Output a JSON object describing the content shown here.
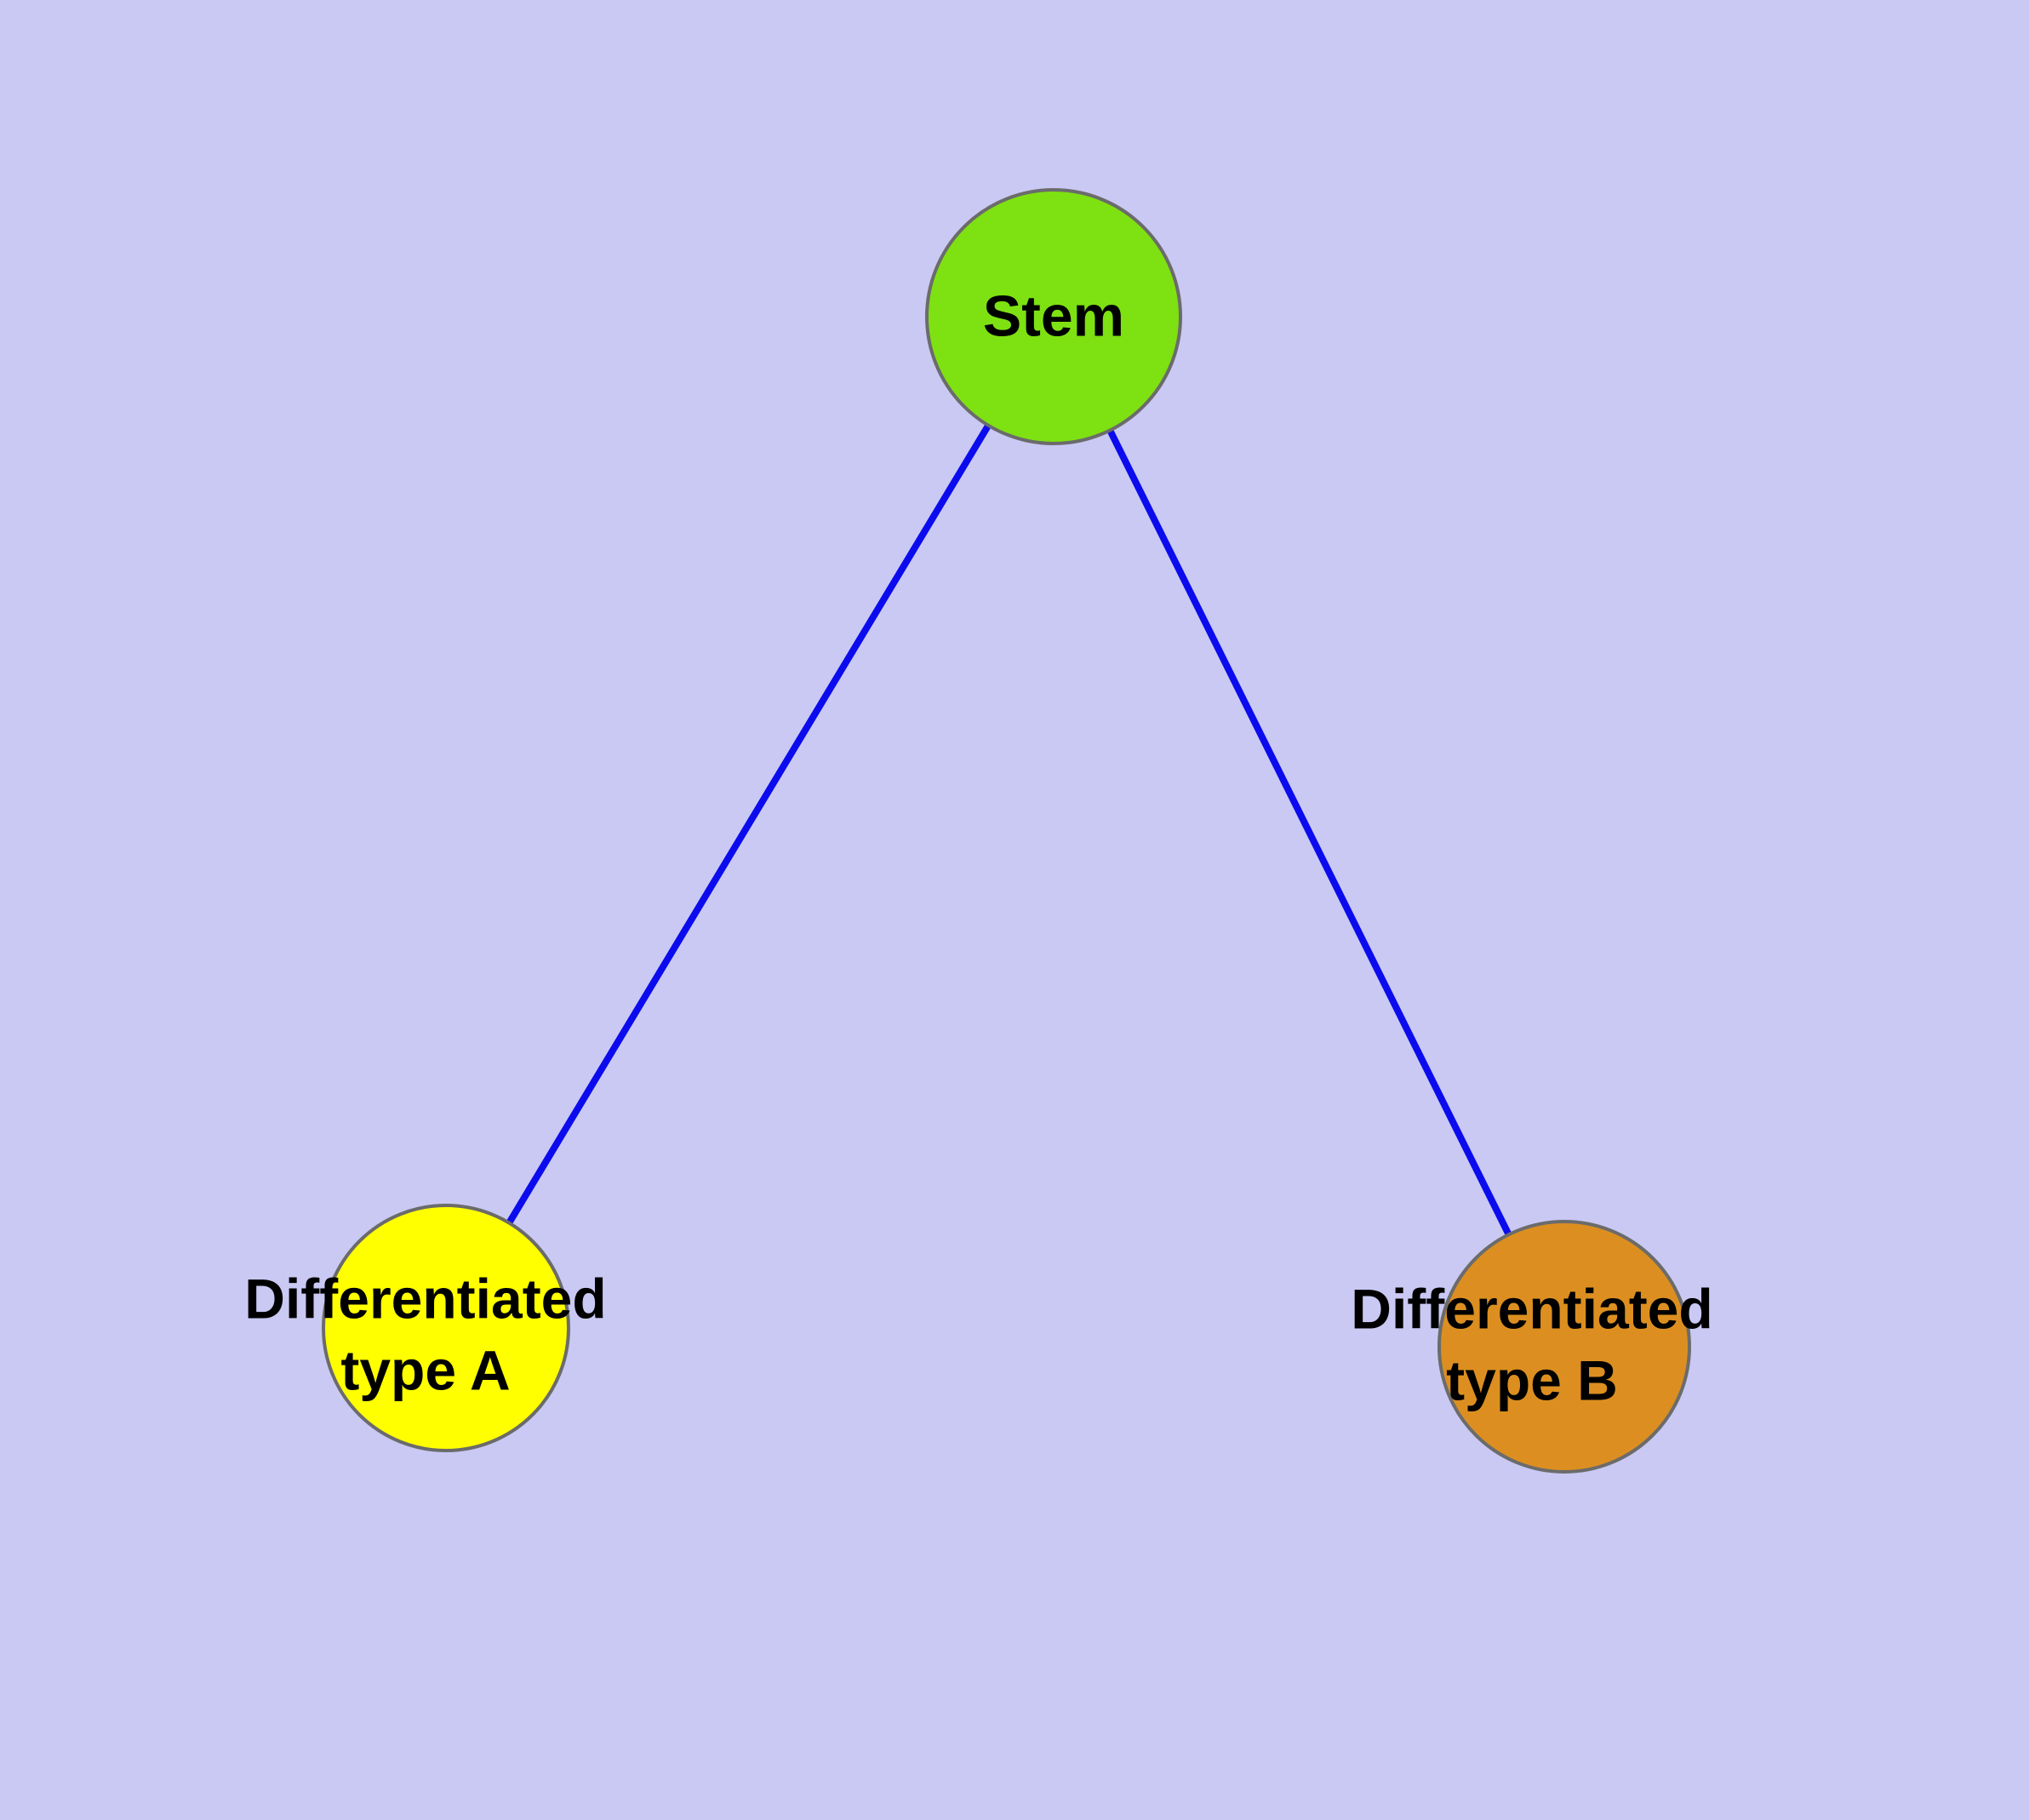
{
  "diagram": {
    "background_color": "#c9c9f3",
    "edge_color": "#0b0bee",
    "node_border_color": "#6b6b6b",
    "nodes": [
      {
        "id": "stem",
        "label": "Stem",
        "fill": "#7ee112"
      },
      {
        "id": "type-a",
        "label": "Differentiated\ntype A",
        "fill": "#ffff00"
      },
      {
        "id": "type-b",
        "label": "Differentiated\ntype B",
        "fill": "#dc8f20"
      }
    ],
    "edges": [
      {
        "from": "stem",
        "to": "type-a"
      },
      {
        "from": "stem",
        "to": "type-b"
      }
    ]
  }
}
